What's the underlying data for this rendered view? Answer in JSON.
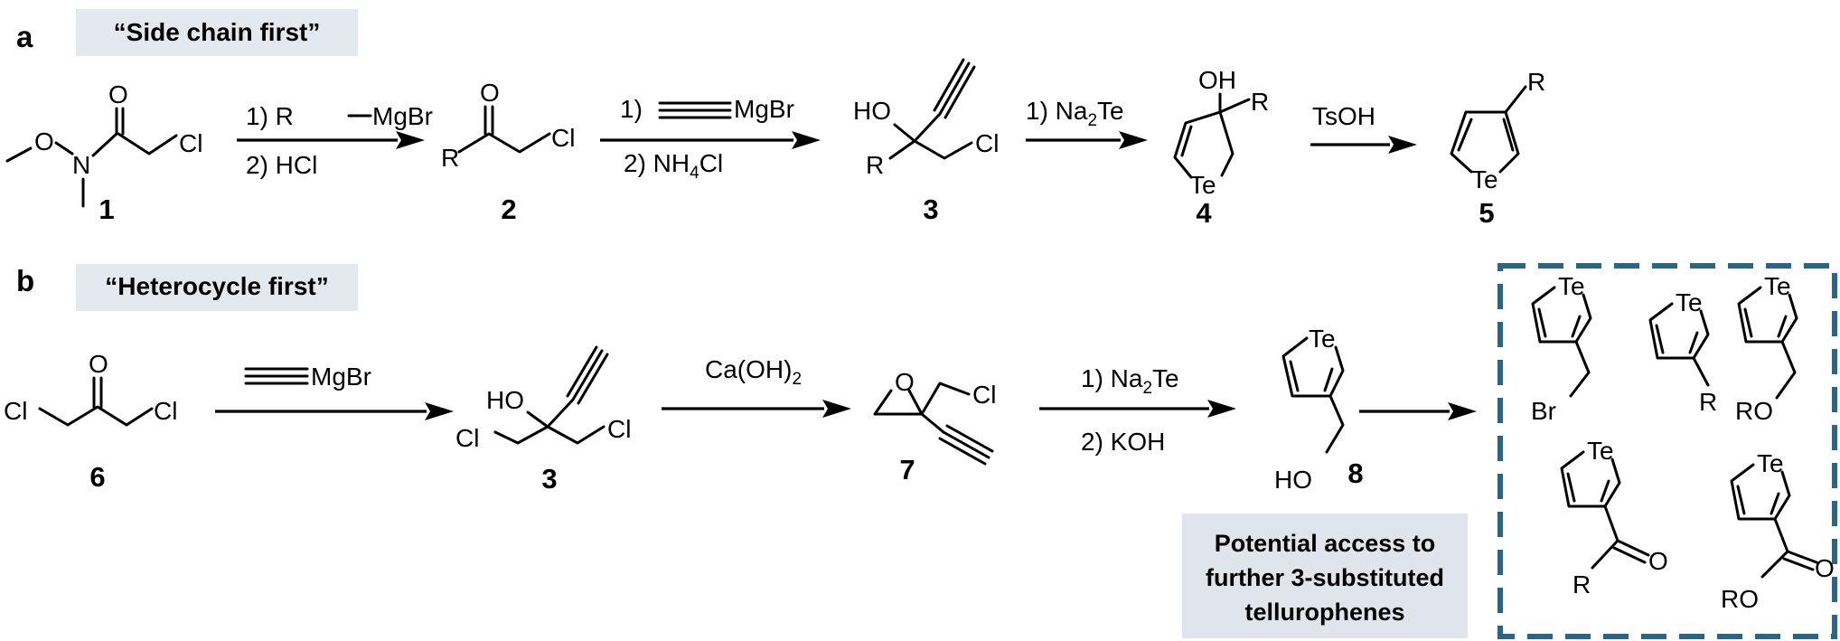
{
  "panel_a": {
    "letter": "a",
    "title": "“Side chain first”",
    "reagents_1": [
      "1) R",
      "MgBr",
      "2) HCl"
    ],
    "reagents_2": [
      "1)",
      "MgBr",
      "2) NH",
      "4",
      "Cl"
    ],
    "reagents_3": [
      "1) Na",
      "2",
      "Te"
    ],
    "reagents_4": [
      "TsOH"
    ],
    "atoms": {
      "O": "O",
      "N": "N",
      "Cl": "Cl",
      "R": "R",
      "HO": "HO",
      "OH": "OH",
      "Te": "Te"
    },
    "compounds": [
      "1",
      "2",
      "3",
      "4",
      "5"
    ]
  },
  "panel_b": {
    "letter": "b",
    "title": "“Heterocycle first”",
    "reagents_1": [
      "MgBr"
    ],
    "reagents_2": [
      "Ca(OH)",
      "2"
    ],
    "reagents_3": [
      "1) Na",
      "2",
      "Te",
      "2) KOH"
    ],
    "atoms": {
      "O": "O",
      "Cl": "Cl",
      "HO": "HO",
      "Te": "Te",
      "Br": "Br",
      "R": "R",
      "RO": "RO"
    },
    "compounds": [
      "6",
      "3",
      "7",
      "8"
    ],
    "note": [
      "Potential access to",
      "further 3-substituted",
      "tellurophenes"
    ]
  },
  "colors": {
    "accent": "#2b6585",
    "label_bg": "#e3e9ee"
  }
}
